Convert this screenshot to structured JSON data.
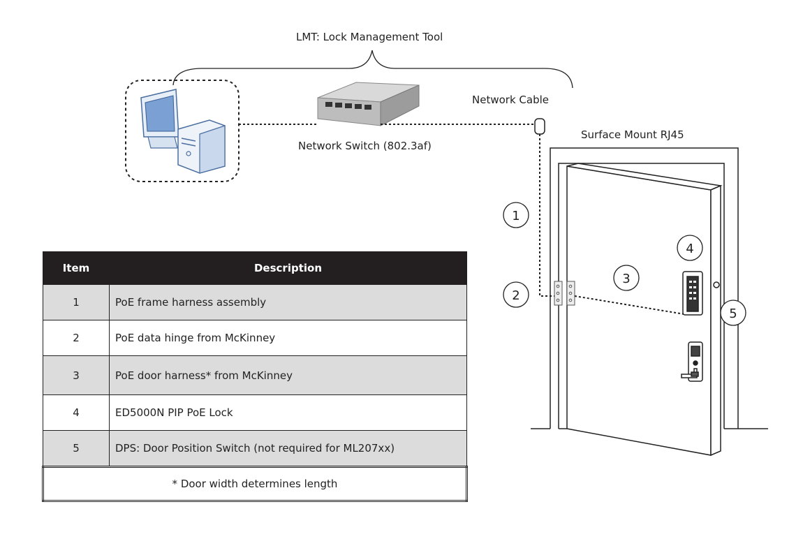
{
  "labels": {
    "lmt": "LMT: Lock Management Tool",
    "network_cable": "Network Cable",
    "network_switch": "Network Switch (802.3af)",
    "surface_mount": "Surface Mount RJ45"
  },
  "callouts": [
    "1",
    "2",
    "3",
    "4",
    "5"
  ],
  "table": {
    "headers": [
      "Item",
      "Description"
    ],
    "rows": [
      {
        "item": "1",
        "description": "PoE frame harness assembly"
      },
      {
        "item": "2",
        "description": "PoE data hinge from McKinney"
      },
      {
        "item": "3",
        "description": "PoE door harness* from McKinney"
      },
      {
        "item": "4",
        "description": "ED5000N PIP PoE Lock"
      },
      {
        "item": "5",
        "description": "DPS: Door Position Switch (not required for ML207xx)"
      }
    ],
    "footnote": "* Door width determines length"
  }
}
